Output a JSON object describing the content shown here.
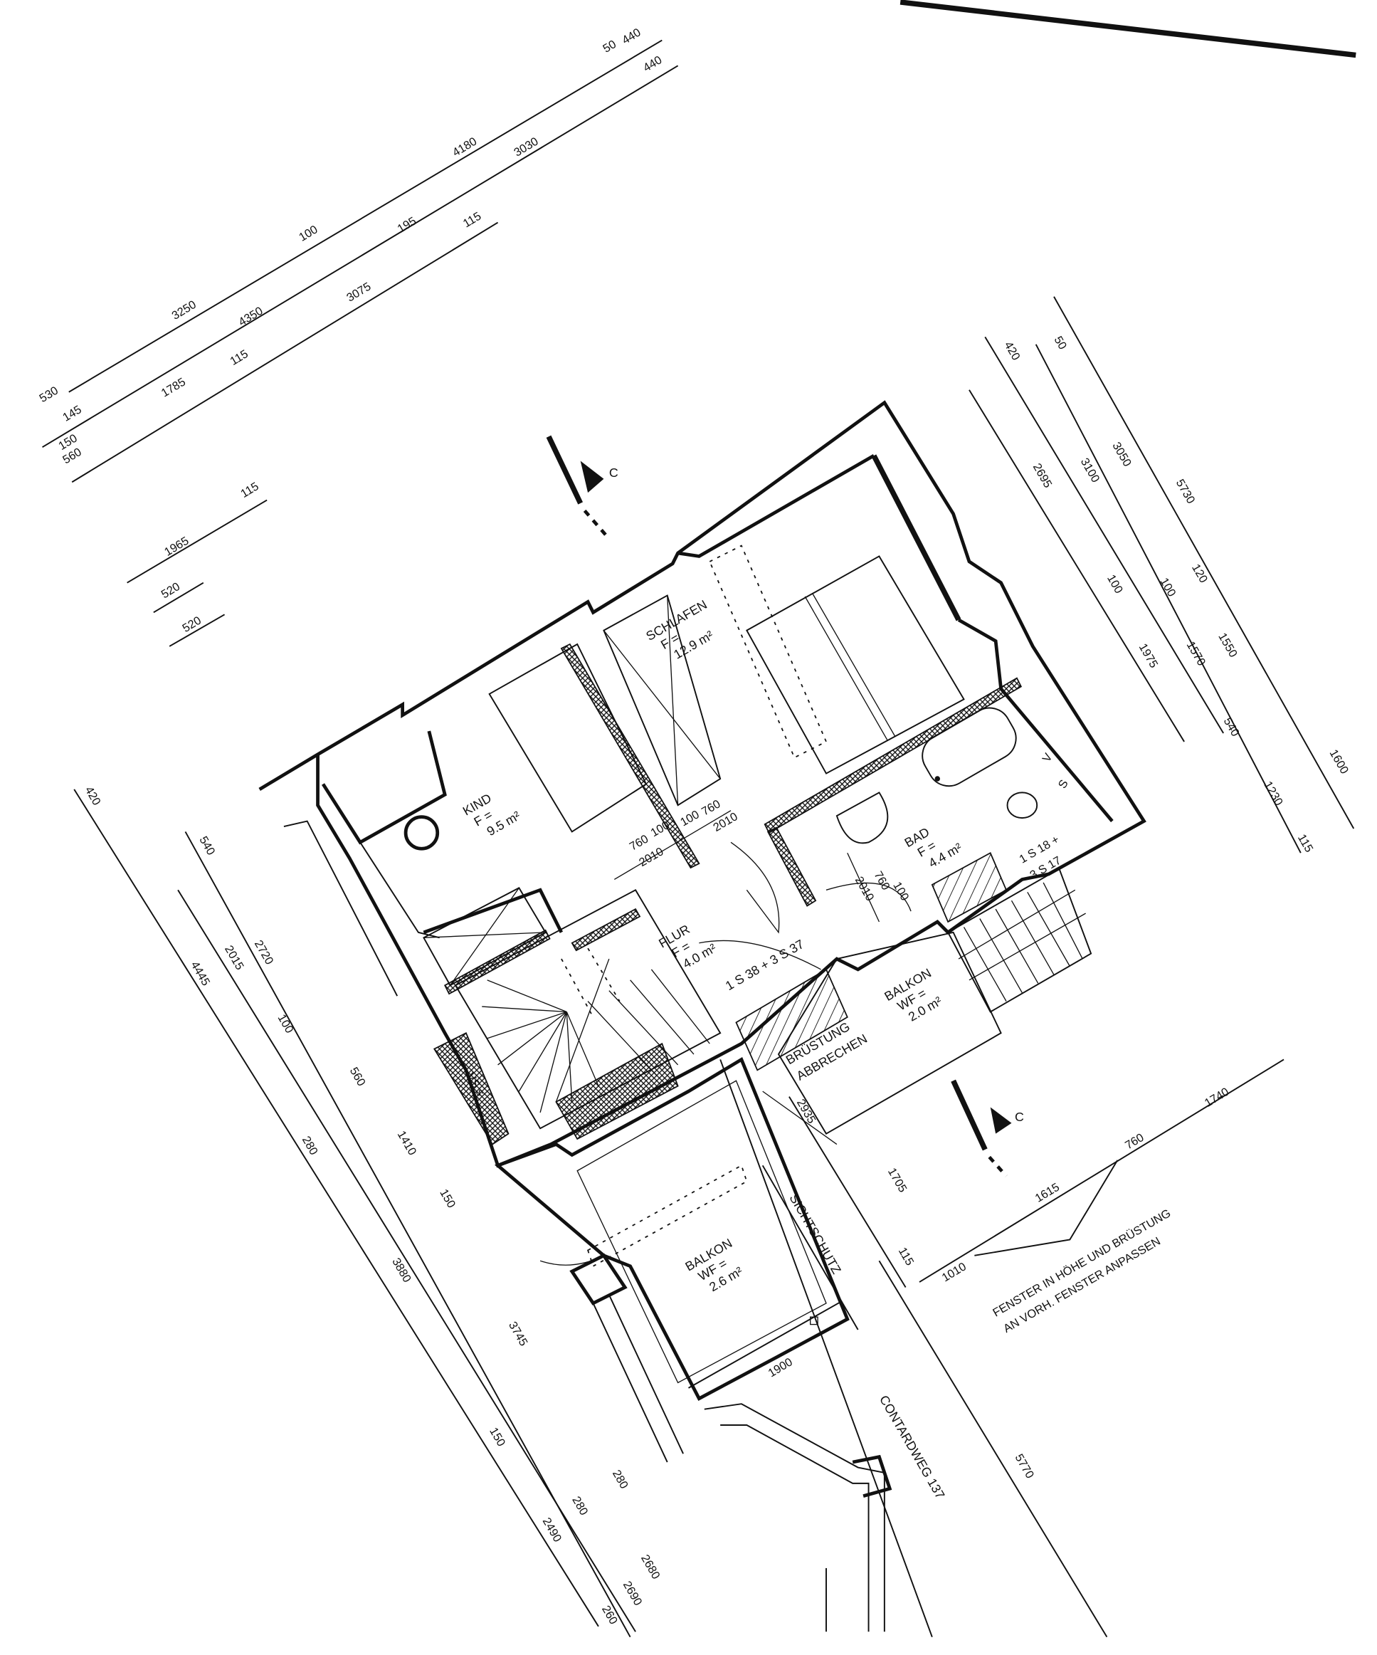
{
  "drawing": {
    "rooms": {
      "kind": {
        "name": "KIND",
        "f": "F =",
        "area": "9.5 m²"
      },
      "schlafen": {
        "name": "SCHLAFEN",
        "f": "F =",
        "area": "12.9 m²"
      },
      "flur": {
        "name": "FLUR",
        "f": "F =",
        "area": "4.0 m²"
      },
      "bad": {
        "name": "BAD",
        "f": "F =",
        "area": "4.4 m²"
      },
      "balkon1": {
        "name": "BALKON",
        "f": "WF =",
        "area": "2.0 m²"
      },
      "balkon2": {
        "name": "BALKON",
        "f": "WF =",
        "area": "2.6 m²"
      }
    },
    "stairs": {
      "inner": "1 S 38 + 3 S 37",
      "outer_1": "1 S 18 +",
      "outer_2": "3 S 17"
    },
    "notes": {
      "bruestung_1": "BRÜSTUNG",
      "bruestung_2": "ABBRECHEN",
      "sichtschutz": "SICHTSCHUTZ",
      "street": "CONTARDWEG 137",
      "fenster_1": "FENSTER IN HÖHE UND BRÜSTUNG",
      "fenster_2": "AN VORH. FENSTER ANPASSEN",
      "vs_1": "V",
      "vs_2": "S",
      "vs_left": "VS s"
    },
    "section_marks": [
      "C",
      "C"
    ],
    "doors": {
      "d1_w": "760",
      "d1_h": "2010",
      "d1_wall": "100",
      "d2_w": "760",
      "d2_h": "2010",
      "d2_wall": "100",
      "d3_w": "760",
      "d3_h": "2010",
      "d3_wall": "100"
    },
    "dims_top": [
      "530",
      "3250",
      "100",
      "4180",
      "50",
      "440",
      "145",
      "4350",
      "195",
      "3030",
      "440",
      "150",
      "1785",
      "115",
      "3075",
      "115",
      "560",
      "1965",
      "115",
      "520",
      "520"
    ],
    "dims_right": [
      "2695",
      "100",
      "1975",
      "420",
      "3100",
      "100",
      "1570",
      "540",
      "50",
      "3050",
      "120",
      "1550",
      "1230",
      "115",
      "5730",
      "1600"
    ],
    "dims_left": [
      "420",
      "4445",
      "280",
      "3880",
      "150",
      "2490",
      "260",
      "540",
      "2015",
      "100",
      "560",
      "1410",
      "150",
      "3745",
      "280",
      "2680",
      "2720",
      "280",
      "2690"
    ],
    "dims_bottom": [
      "2935",
      "1705",
      "115",
      "5770",
      "1900",
      "1010",
      "1615",
      "760",
      "1740"
    ]
  }
}
